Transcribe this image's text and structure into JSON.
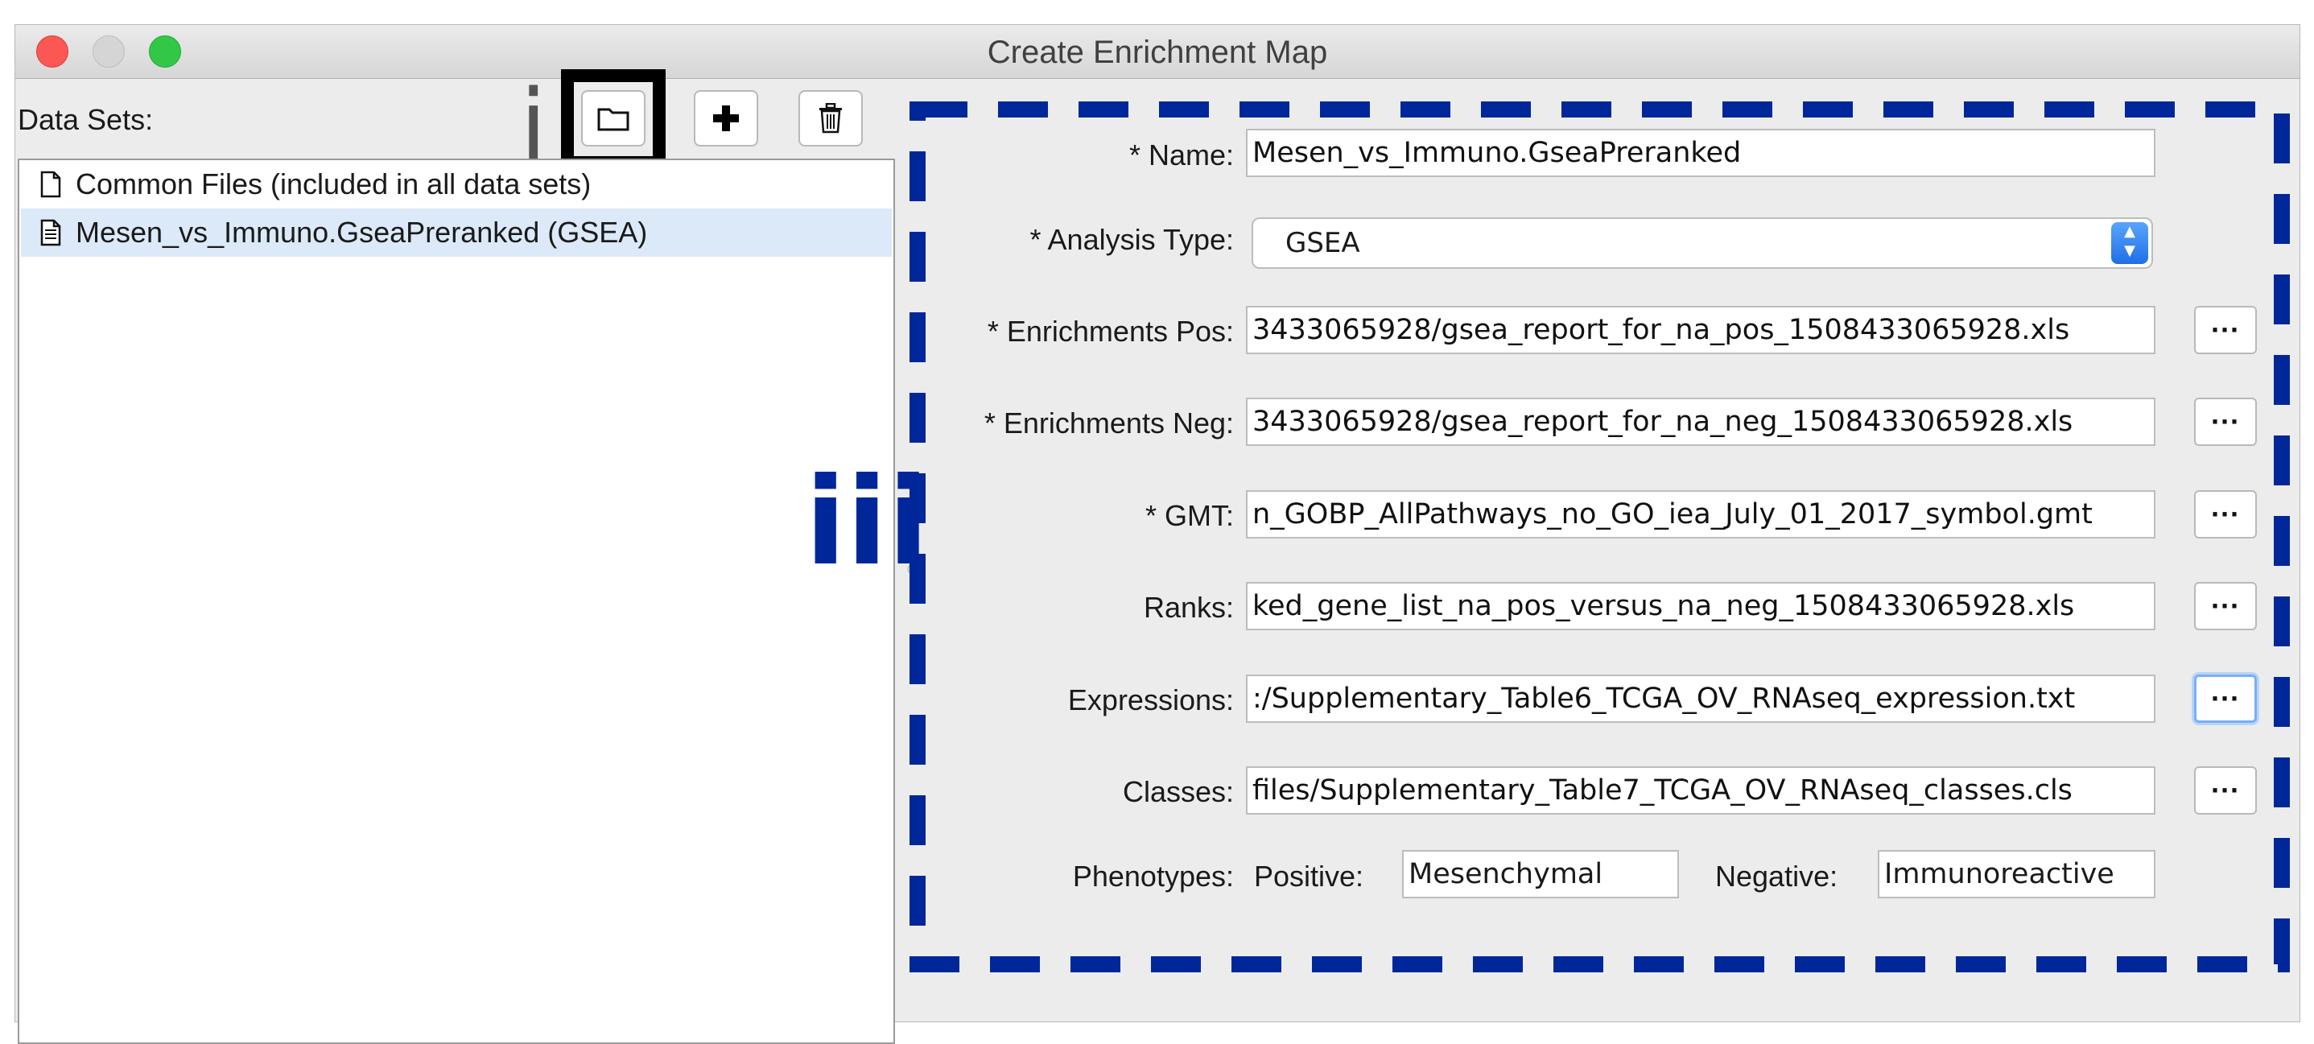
{
  "window": {
    "title": "Create Enrichment Map"
  },
  "left_panel": {
    "data_sets_label": "Data Sets:",
    "annotation_label": "i",
    "items": [
      {
        "label": "Common Files (included in all data sets)",
        "selected": false,
        "icon": "blank-file-icon"
      },
      {
        "label": "Mesen_vs_Immuno.GseaPreranked  (GSEA)",
        "selected": true,
        "icon": "document-file-icon"
      }
    ],
    "toolbar": [
      {
        "name": "open-folder-button",
        "icon": "folder-icon"
      },
      {
        "name": "add-dataset-button",
        "icon": "plus-icon"
      },
      {
        "name": "delete-dataset-button",
        "icon": "trash-icon"
      }
    ]
  },
  "right_panel": {
    "annotation_label": "iii",
    "name": {
      "label": "* Name:",
      "value": "Mesen_vs_Immuno.GseaPreranked"
    },
    "analysis_type": {
      "label": "* Analysis Type:",
      "value": "GSEA"
    },
    "enrichments_pos": {
      "label": "* Enrichments Pos:",
      "value": "3433065928/gsea_report_for_na_pos_1508433065928.xls"
    },
    "enrichments_neg": {
      "label": "* Enrichments Neg:",
      "value": "3433065928/gsea_report_for_na_neg_1508433065928.xls"
    },
    "gmt": {
      "label": "* GMT:",
      "value": "n_GOBP_AllPathways_no_GO_iea_July_01_2017_symbol.gmt"
    },
    "ranks": {
      "label": "Ranks:",
      "value": "ked_gene_list_na_pos_versus_na_neg_1508433065928.xls"
    },
    "expressions": {
      "label": "Expressions:",
      "value": ":/Supplementary_Table6_TCGA_OV_RNAseq_expression.txt"
    },
    "classes": {
      "label": "Classes:",
      "value": "files/Supplementary_Table7_TCGA_OV_RNAseq_classes.cls"
    },
    "phenotypes": {
      "label": "Phenotypes:",
      "positive_label": "Positive:",
      "positive_value": "Mesenchymal",
      "negative_label": "Negative:",
      "negative_value": "Immunoreactive"
    },
    "browse_label": "···"
  },
  "colors": {
    "annotation_blue": "#00279a",
    "selection": "#dce9f8",
    "select_accent": "#1f6fe8"
  }
}
